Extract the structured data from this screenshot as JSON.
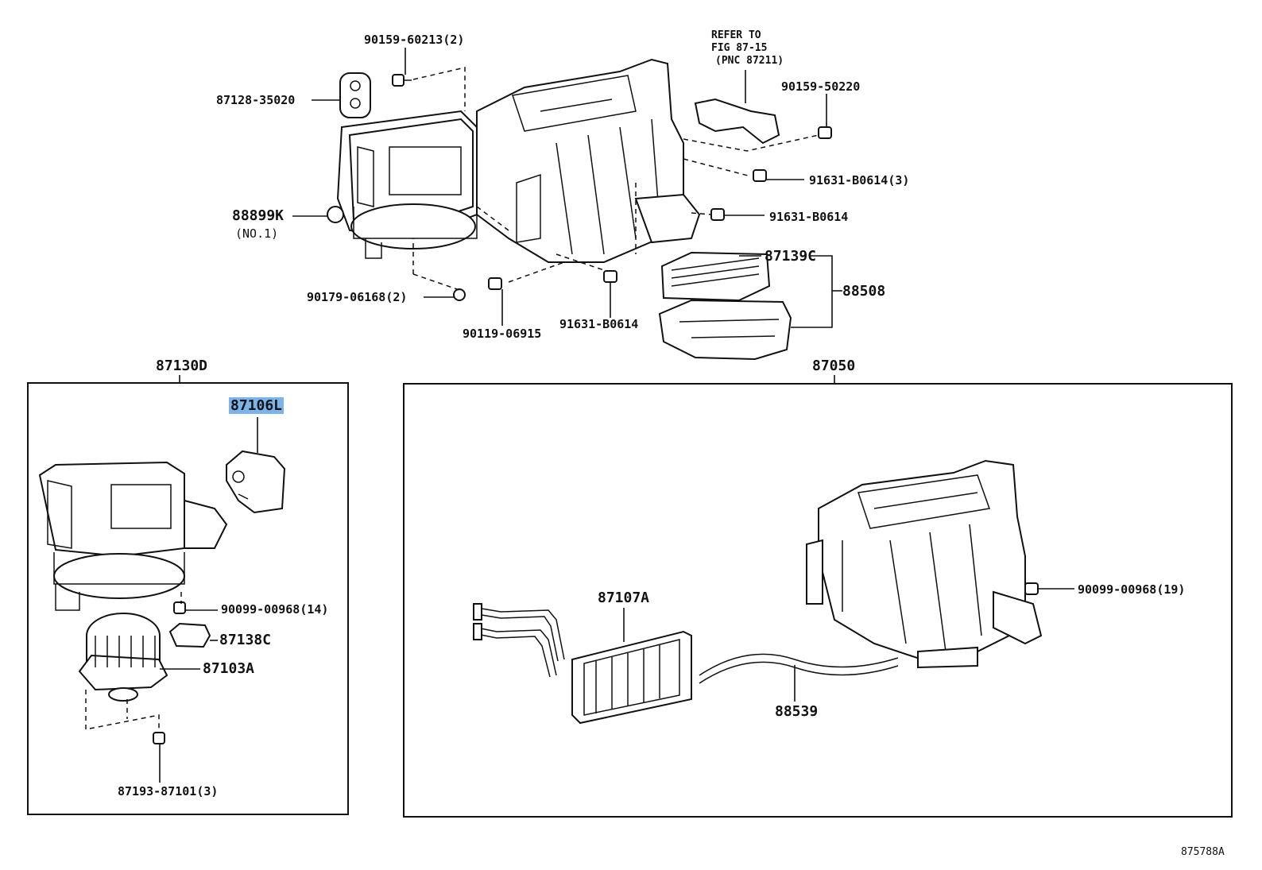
{
  "diagram": {
    "refer_note": [
      "REFER TO",
      "FIG 87-15",
      "(PNC 87211)"
    ],
    "parts": {
      "p90159_60213": "90159-60213(2)",
      "p87128_35020": "87128-35020",
      "p88899k": "88899K",
      "p88899k_note": "(NO.1)",
      "p90179_06168": "90179-06168(2)",
      "p90119_06915": "90119-06915",
      "p91631_b0614_bottom": "91631-B0614",
      "p90159_50220": "90159-50220",
      "p91631_b0614_3": "91631-B0614(3)",
      "p91631_b0614_right": "91631-B0614",
      "p87139c": "87139C",
      "p88508": "88508",
      "group_87130d": "87130D",
      "p87106l": "87106L",
      "p90099_00968_14": "90099-00968(14)",
      "p87138c": "87138C",
      "p87103a": "87103A",
      "p87193_87101": "87193-87101(3)",
      "group_87050": "87050",
      "p87107a": "87107A",
      "p90099_00968_19": "90099-00968(19)",
      "p88539": "88539"
    },
    "figure_id": "875788A",
    "highlight_color": "#7ab4ea"
  }
}
